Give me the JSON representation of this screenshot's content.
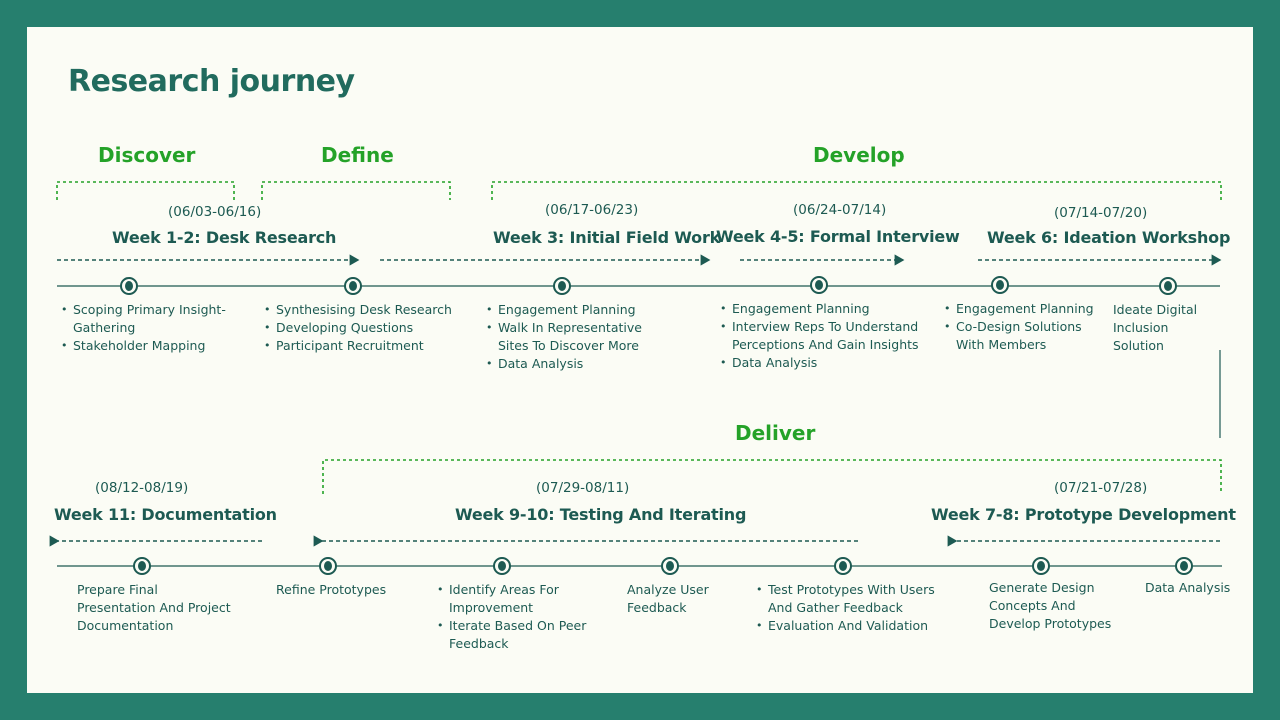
{
  "title": "Research journey",
  "phases": {
    "discover": "Discover",
    "define": "Define",
    "develop": "Develop",
    "deliver": "Deliver"
  },
  "stages": [
    {
      "date": "(06/03-06/16)",
      "week": "Week 1-2: Desk Research"
    },
    {
      "date": "(06/17-06/23)",
      "week": "Week 3: Initial Field Work"
    },
    {
      "date": "(06/24-07/14)",
      "week": "Week 4-5: Formal Interview"
    },
    {
      "date": "(07/14-07/20)",
      "week": "Week 6: Ideation Workshop"
    },
    {
      "date": "(07/21-07/28)",
      "week": "Week 7-8: Prototype Development"
    },
    {
      "date": "(07/29-08/11)",
      "week": "Week 9-10: Testing And Iterating"
    },
    {
      "date": "(08/12-08/19)",
      "week": "Week 11: Documentation"
    }
  ],
  "top_tasks": [
    [
      "Scoping Primary Insight-Gathering",
      "Stakeholder Mapping"
    ],
    [
      "Synthesising Desk Research",
      "Developing Questions",
      "Participant Recruitment"
    ],
    [
      "Engagement Planning",
      "Walk In Representative Sites To Discover More",
      "Data Analysis"
    ],
    [
      "Engagement Planning",
      "Interview Reps To Understand Perceptions And Gain Insights",
      "Data Analysis"
    ],
    [
      "Engagement Planning",
      "Co-Design Solutions With Members"
    ],
    "Ideate Digital Inclusion Solution"
  ],
  "bottom_tasks": {
    "documentation": "Prepare Final Presentation And Project Documentation",
    "refine": "Refine Prototypes",
    "identify": [
      "Identify Areas For Improvement",
      "Iterate Based On Peer Feedback"
    ],
    "analyze": "Analyze User Feedback",
    "test": [
      "Test Prototypes With Users And Gather Feedback",
      "Evaluation And Validation"
    ],
    "generate": "Generate Design Concepts And Develop Prototypes",
    "data": "Data Analysis"
  },
  "colors": {
    "frame": "#267f6e",
    "card": "#fbfcf5",
    "text": "#1d5a52",
    "phase": "#24a228"
  }
}
